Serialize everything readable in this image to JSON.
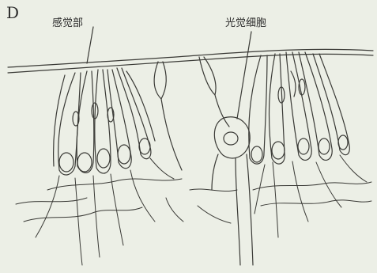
{
  "figure": {
    "panel_letter": "D",
    "labels": {
      "sensory_cells": "感觉部",
      "photoreceptor_cell": "光觉细胞"
    },
    "colors": {
      "background": "#ecefe6",
      "ink": "#3a3a36"
    }
  }
}
